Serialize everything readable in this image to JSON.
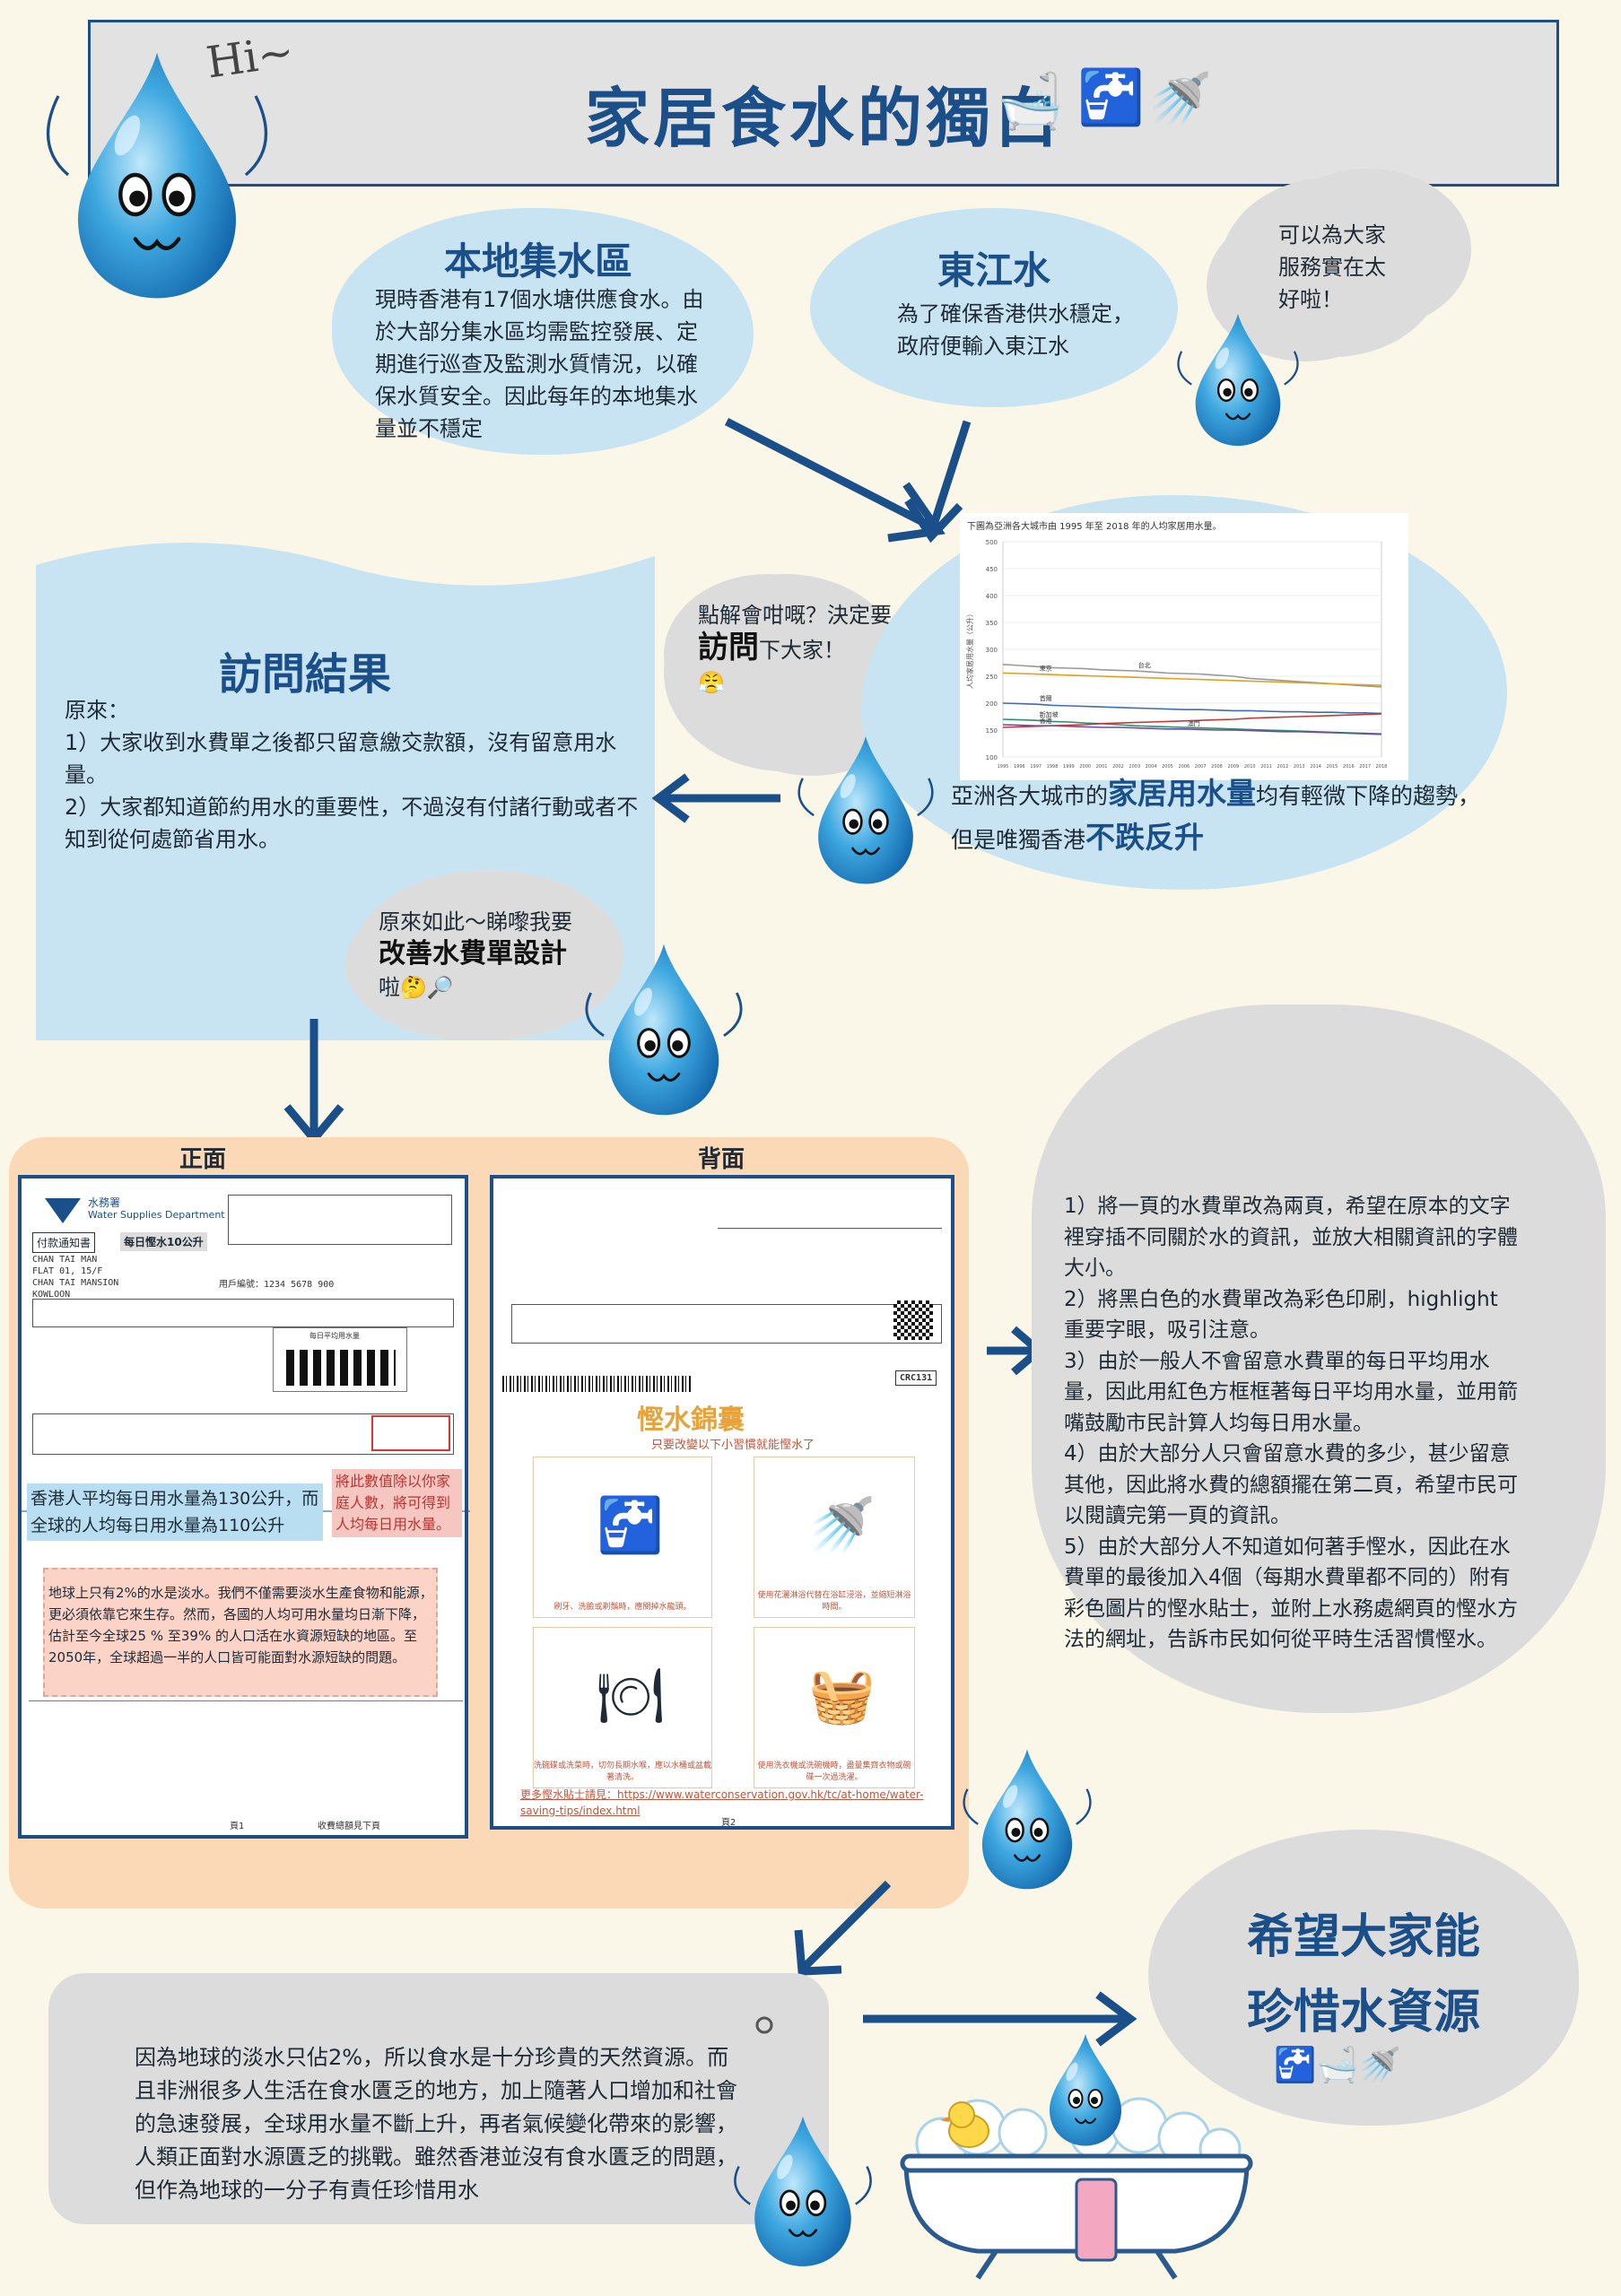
{
  "header": {
    "title": "家居食水的獨白",
    "greeting": "Hi~"
  },
  "local_catchment": {
    "heading": "本地集水區",
    "body": "現時香港有17個水塘供應食水。由於大部分集水區均需監控發展、定期進行巡查及監測水質情況，以確保水質安全。因此每年的本地集水量並不穩定"
  },
  "dongjiang": {
    "heading": "東江水",
    "body": "為了確保香港供水穩定，政府便輸入東江水"
  },
  "bubble_service": "可以為大家服務實在太好啦！",
  "bubble_interview": {
    "pre": "點解會咁嘅？決定要",
    "strong": "訪問",
    "post": "下大家！"
  },
  "interview": {
    "heading": "訪問結果",
    "intro": "原來：",
    "point1": "1）大家收到水費單之後都只留意繳交款額，沒有留意用水量。",
    "point2": "2）大家都知道節約用水的重要性，不過沒有付諸行動或者不知到從何處節省用水。"
  },
  "chart_caption": {
    "p1": "亞洲各大城市的",
    "s1": "家居用水量",
    "p2": "均有輕微下降的趨勢，但是唯獨香港",
    "s2": "不跌反升"
  },
  "chart_data": {
    "type": "line",
    "title": "下圖為亞洲各大城市由 1995 年至 2018 年的人均家居用水量。",
    "ylabel": "人均家居用水量（公升）",
    "ylim": [
      100,
      500
    ],
    "yticks": [
      "500",
      "450",
      "400",
      "350",
      "300",
      "250",
      "200",
      "150",
      "100"
    ],
    "x": [
      "1995",
      "1996",
      "1997",
      "1998",
      "1999",
      "2000",
      "2001",
      "2002",
      "2003",
      "2004",
      "2005",
      "2006",
      "2007",
      "2008",
      "2009",
      "2010",
      "2011",
      "2012",
      "2013",
      "2014",
      "2015",
      "2016",
      "2017",
      "2018"
    ],
    "series": [
      {
        "name": "台北",
        "color": "#9a9a9a",
        "values": [
          272,
          270,
          268,
          266,
          265,
          264,
          262,
          261,
          260,
          258,
          256,
          255,
          254,
          252,
          250,
          246,
          244,
          242,
          240,
          238,
          236,
          234,
          232,
          230
        ]
      },
      {
        "name": "東京",
        "color": "#e0a020",
        "values": [
          256,
          255,
          254,
          253,
          252,
          251,
          250,
          249,
          248,
          247,
          246,
          245,
          244,
          243,
          242,
          241,
          240,
          239,
          238,
          237,
          236,
          235,
          234,
          233
        ]
      },
      {
        "name": "首爾",
        "color": "#3f6fb0",
        "values": [
          200,
          199,
          198,
          196,
          195,
          194,
          193,
          192,
          191,
          190,
          189,
          188,
          188,
          187,
          186,
          186,
          185,
          184,
          184,
          183,
          183,
          182,
          182,
          181
        ]
      },
      {
        "name": "新加坡",
        "color": "#2f8f6f",
        "values": [
          170,
          169,
          168,
          166,
          165,
          163,
          162,
          160,
          158,
          157,
          156,
          155,
          154,
          153,
          152,
          151,
          150,
          149,
          148,
          147,
          146,
          145,
          144,
          143
        ]
      },
      {
        "name": "香港",
        "color": "#c43a3a",
        "values": [
          155,
          156,
          157,
          158,
          159,
          160,
          162,
          163,
          164,
          165,
          166,
          167,
          168,
          169,
          170,
          172,
          173,
          174,
          175,
          176,
          177,
          178,
          179,
          180
        ]
      },
      {
        "name": "澳門",
        "color": "#6a4f9f",
        "values": [
          160,
          159,
          158,
          158,
          157,
          156,
          155,
          155,
          154,
          153,
          152,
          152,
          151,
          150,
          150,
          149,
          148,
          147,
          147,
          146,
          145,
          144,
          143,
          142
        ]
      }
    ]
  },
  "bubble_realize": {
    "pre": "原來如此～睇嚟我要",
    "strong": "改善水費單設計",
    "post": "啦"
  },
  "bill": {
    "front_label": "正面",
    "back_label": "背面",
    "dept_cn": "水務署",
    "dept_en": "Water Supplies Department",
    "notice": "付款通知書",
    "save_tag": "每日慳水10公升",
    "account_line": "用戶編號：1234 5678 900",
    "name_lines": [
      "CHAN TAI MAN",
      "FLAT 01, 15/F",
      "CHAN TAI MANSION",
      "KOWLOON"
    ],
    "daily_chart_label": "每日平均用水量",
    "note_avg": "香港人平均每日用水量為130公升，而全球的人均每日用水量為110公升",
    "note_compare": "將此數值除以你家庭人數，將可得到人均每日用水量。",
    "note_fact": "地球上只有2%的水是淡水。我們不僅需要淡水生產食物和能源，更必須依靠它來生存。然而，各國的人均可用水量均日漸下降，估計至今全球25 % 至39% 的人口活在水資源短缺的地區。至2050年，全球超過一半的人口皆可能面對水源短缺的問題。",
    "page1": "頁1",
    "page2": "頁2",
    "total_label": "收費總額見下頁",
    "crc": "CRC131",
    "tips_title": "慳水錦囊",
    "tips_sub": "只要改變以下小習慣就能慳水了",
    "tip_caps": [
      "刷牙、洗臉或剃鬚時，應關掉水龍頭。",
      "使用花灑淋浴代替在浴缸浸浴，並縮短淋浴時間。",
      "洗碗碟或洗菜時，切勿長期水喉，應以水桶或盆載著清洗。",
      "使用洗衣機或洗碗機時，盡量集齊衣物或碗碟一次過洗濯。"
    ],
    "more_tips": "更多慳水貼士請見：https://www.waterconservation.gov.hk/tc/at-home/water-saving-tips/index.html"
  },
  "improvements": [
    "1）將一頁的水費單改為兩頁，希望在原本的文字裡穿插不同關於水的資訊，並放大相關資訊的字體大小。",
    "2）將黑白色的水費單改為彩色印刷，highlight重要字眼，吸引注意。",
    "3）由於一般人不會留意水費單的每日平均用水量，因此用紅色方框框著每日平均用水量，並用箭嘴鼓勵市民計算人均每日用水量。",
    "4）由於大部分人只會留意水費的多少，甚少留意其他，因此將水費的總額擺在第二頁，希望市民可以閱讀完第一頁的資訊。",
    "5）由於大部分人不知道如何著手慳水，因此在水費單的最後加入4個（每期水費單都不同的）附有彩色圖片的慳水貼士，並附上水務處網頁的慳水方法的網址，告訴市民如何從平時生活習慣慳水。"
  ],
  "closing": {
    "body": "因為地球的淡水只佔2%，所以食水是十分珍貴的天然資源。而且非洲很多人生活在食水匱乏的地方，加上隨著人口增加和社會的急速發展，全球用水量不斷上升，再者氣候變化帶來的影響，人類正面對水源匱乏的挑戰。雖然香港並沒有食水匱乏的問題，但作為地球的一分子有責任珍惜用水",
    "hope_line1": "希望大家能",
    "hope_line2": "珍惜水資源"
  },
  "colors": {
    "navy": "#1b4f8a",
    "light_blue": "#c8e4f2",
    "peach": "#fbd9b6",
    "grey_cloud": "#dcdcdc",
    "cream": "#fbf7e8"
  }
}
